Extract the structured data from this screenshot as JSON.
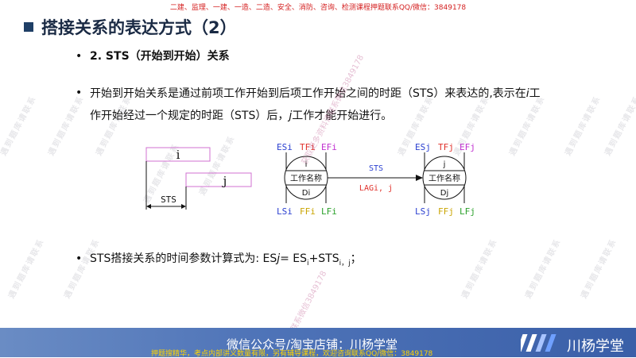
{
  "promo_top": "二建、监理、一建、一造、二造、安全、消防、咨询、检测课程押题联系QQ/微信：3849178",
  "title": "搭接关系的表达方式（2）",
  "bullets": {
    "b1": "2. STS（开始到开始）关系",
    "b2_line1": "开始到开始关系是通过前项工作开始到后项工作开始之间的时距（STS）来表达的,表示在",
    "b2_i": "i",
    "b2_line1_end": "工",
    "b2_line2_start": "作开始经过一个规定的时距（STS）后，",
    "b2_j": "j",
    "b2_line2_end": "工作才能开始进行。",
    "b3_prefix": "STS搭接关系的时间参数计算式为:",
    "b3_formula_a": "ES",
    "b3_formula_j": "j",
    "b3_formula_eq": "= ES",
    "b3_formula_sub_i": "i",
    "b3_formula_plus": "+STS",
    "b3_formula_sub_ij": "i，j",
    "b3_formula_end": "；"
  },
  "bar_diagram": {
    "bar_i": "i",
    "bar_j": "j",
    "sts_label": "STS"
  },
  "node_diagram": {
    "left": {
      "es": "ESi",
      "tf": "TFi",
      "ef": "EFi",
      "id": "i",
      "name": "工作名称",
      "d": "Di",
      "ls": "LSi",
      "ff": "FFi",
      "lf": "LFi"
    },
    "right": {
      "es": "ESj",
      "tf": "TFj",
      "ef": "EFj",
      "id": "j",
      "name": "工作名称",
      "d": "Dj",
      "ls": "LSj",
      "ff": "FFj",
      "lf": "LFj"
    },
    "arrow_top": "STS",
    "arrow_bottom": "LAGi, j"
  },
  "watermarks": {
    "contact": "获取更多资料请联系微信3849178",
    "contact2": "唯一联系微信3849178",
    "slogan": "遇到题库请联系"
  },
  "footer": {
    "main": "微信公众号/淘宝店铺：川杨学堂",
    "promo": "押题搜精华，考点内部讲义数量有限，另有辅导课程，欢迎咨询联系QQ/微信：3849178",
    "logo_text": "川杨学堂"
  },
  "colors": {
    "title": "#1a2a44",
    "es": "#2a3fd0",
    "tf": "#e0302a",
    "ef": "#c030d0",
    "ls": "#2a3fd0",
    "ff": "#c9a400",
    "lf": "#2aa02a",
    "footer_bg": "#4f74b8",
    "promo_red": "#d42020"
  }
}
